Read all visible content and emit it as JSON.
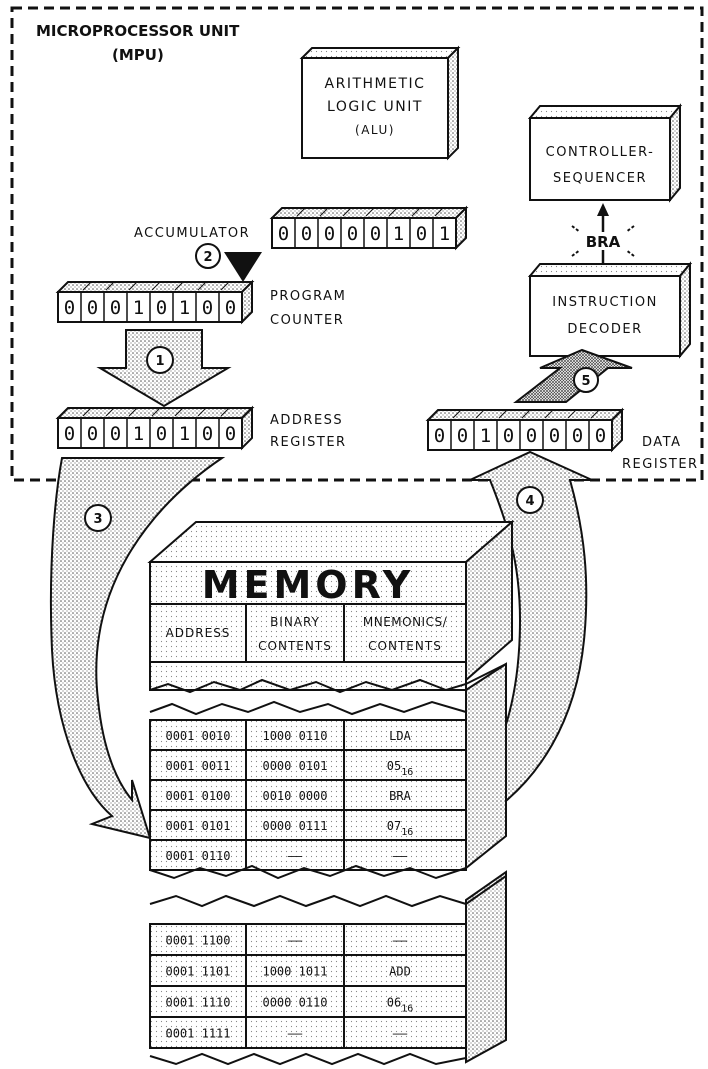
{
  "mpu": {
    "title_line1": "MICROPROCESSOR UNIT",
    "title_line2": "(MPU)"
  },
  "alu": {
    "line1": "ARITHMETIC",
    "line2": "LOGIC UNIT",
    "line3": "(ALU)"
  },
  "controller": {
    "line1": "CONTROLLER-",
    "line2": "SEQUENCER"
  },
  "decoder": {
    "line1": "INSTRUCTION",
    "line2": "DECODER"
  },
  "bra_signal": "BRA",
  "accumulator": {
    "label": "ACCUMULATOR",
    "bits": [
      "0",
      "0",
      "0",
      "0",
      "0",
      "1",
      "0",
      "1"
    ]
  },
  "program_counter": {
    "label_line1": "PROGRAM",
    "label_line2": "COUNTER",
    "bits": [
      "0",
      "0",
      "0",
      "1",
      "0",
      "1",
      "0",
      "0"
    ]
  },
  "address_register": {
    "label_line1": "ADDRESS",
    "label_line2": "REGISTER",
    "bits": [
      "0",
      "0",
      "0",
      "1",
      "0",
      "1",
      "0",
      "0"
    ]
  },
  "data_register": {
    "label_line1": "DATA",
    "label_line2": "REGISTER",
    "bits": [
      "0",
      "0",
      "1",
      "0",
      "0",
      "0",
      "0",
      "0"
    ]
  },
  "steps": [
    "1",
    "2",
    "3",
    "4",
    "5"
  ],
  "memory": {
    "title": "MEMORY",
    "headers": {
      "address": "ADDRESS",
      "binary_line1": "BINARY",
      "binary_line2": "CONTENTS",
      "mnemonic_line1": "MNEMONICS/",
      "mnemonic_line2": "CONTENTS"
    },
    "rows_a": [
      {
        "address": "0001 0010",
        "binary": "1000 0110",
        "mnemonic": "LDA"
      },
      {
        "address": "0001 0011",
        "binary": "0000 0101",
        "mnemonic": "05",
        "subscript": "16"
      },
      {
        "address": "0001 0100",
        "binary": "0010 0000",
        "mnemonic": "BRA"
      },
      {
        "address": "0001 0101",
        "binary": "0000 0111",
        "mnemonic": "07",
        "subscript": "16"
      },
      {
        "address": "0001 0110",
        "binary": "——",
        "mnemonic": "——"
      }
    ],
    "rows_b": [
      {
        "address": "0001 1100",
        "binary": "——",
        "mnemonic": "——"
      },
      {
        "address": "0001 1101",
        "binary": "1000 1011",
        "mnemonic": "ADD"
      },
      {
        "address": "0001 1110",
        "binary": "0000 0110",
        "mnemonic": "06",
        "subscript": "16"
      },
      {
        "address": "0001 1111",
        "binary": "——",
        "mnemonic": "——"
      }
    ]
  }
}
